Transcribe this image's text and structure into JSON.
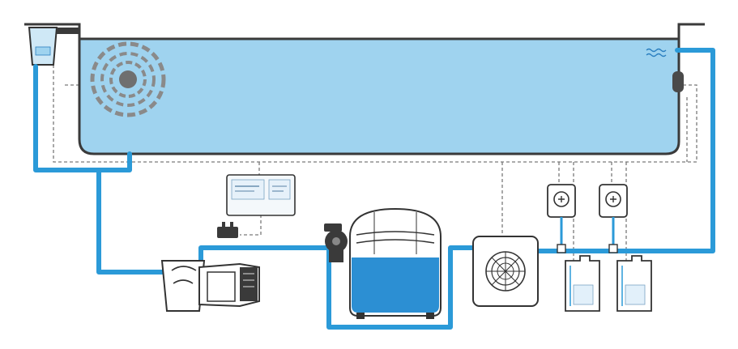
{
  "diagram": {
    "components": [
      {
        "id": "pool-basin",
        "label": ""
      },
      {
        "id": "skimmer",
        "label": ""
      },
      {
        "id": "main-drain",
        "label": ""
      },
      {
        "id": "control-unit",
        "label": ""
      },
      {
        "id": "pump",
        "label": ""
      },
      {
        "id": "sand-filter",
        "label": ""
      },
      {
        "id": "heat-pump",
        "label": ""
      },
      {
        "id": "dosing-pump-1",
        "label": ""
      },
      {
        "id": "dosing-pump-2",
        "label": ""
      },
      {
        "id": "chemical-tank-1",
        "label": ""
      },
      {
        "id": "chemical-tank-2",
        "label": ""
      },
      {
        "id": "return-inlet",
        "label": ""
      }
    ],
    "colors": {
      "water": "#9fd3ef",
      "pipe": "#2b9ad8",
      "cable": "#7a7a7a",
      "outline": "#333333",
      "filter_water": "#2c8fd3"
    }
  }
}
